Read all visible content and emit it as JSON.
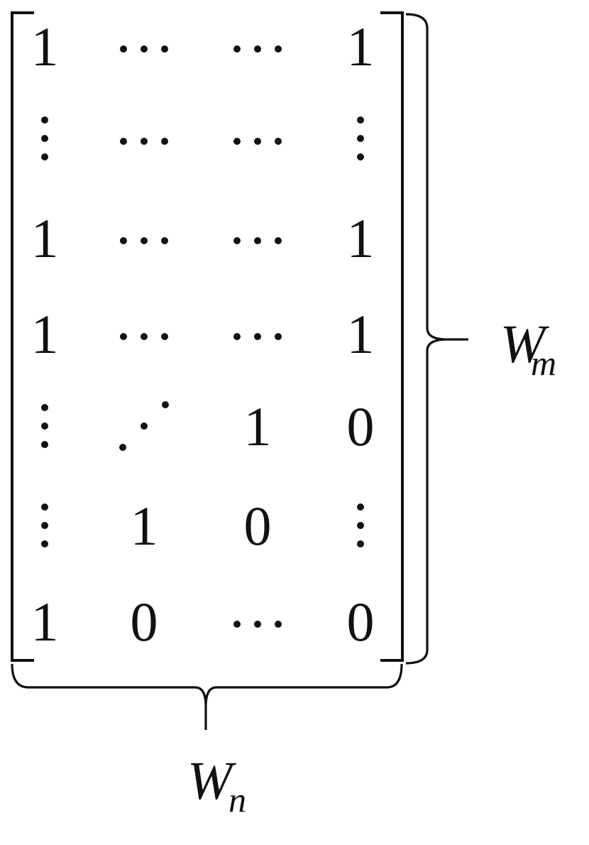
{
  "matrix": {
    "rows": [
      [
        "1",
        "hdots",
        "hdots",
        "1"
      ],
      [
        "vdots",
        "hdots",
        "hdots",
        "vdots"
      ],
      [
        "1",
        "hdots",
        "hdots",
        "1"
      ],
      [
        "1",
        "hdots",
        "hdots",
        "1"
      ],
      [
        "vdots",
        "ddots",
        "1",
        "0"
      ],
      [
        "vdots",
        "1",
        "0",
        "vdots"
      ],
      [
        "1",
        "0",
        "hdots",
        "0"
      ]
    ]
  },
  "labels": {
    "rows_label": {
      "main": "W",
      "sub": "m"
    },
    "cols_label": {
      "main": "W",
      "sub": "n"
    }
  }
}
